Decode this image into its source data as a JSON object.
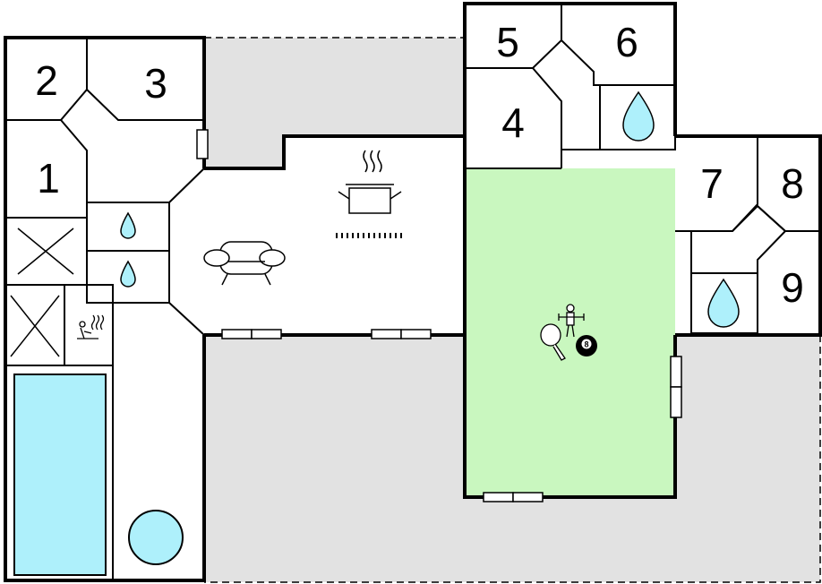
{
  "floor_plan": {
    "colors": {
      "wall": "#000000",
      "outdoor_terrace": "#e2e2e2",
      "game_room": "#c9f7bf",
      "water": "#aef0fb",
      "floor": "#ffffff"
    },
    "rooms": [
      {
        "id": "room-1",
        "number": "1",
        "type": "bedroom"
      },
      {
        "id": "room-2",
        "number": "2",
        "type": "bedroom"
      },
      {
        "id": "room-3",
        "number": "3",
        "type": "bedroom"
      },
      {
        "id": "room-4",
        "number": "4",
        "type": "bedroom"
      },
      {
        "id": "room-5",
        "number": "5",
        "type": "bedroom"
      },
      {
        "id": "room-6",
        "number": "6",
        "type": "bedroom"
      },
      {
        "id": "room-7",
        "number": "7",
        "type": "bedroom"
      },
      {
        "id": "room-8",
        "number": "8",
        "type": "bedroom"
      },
      {
        "id": "room-9",
        "number": "9",
        "type": "bedroom"
      }
    ],
    "amenities": {
      "game_room": "table-tennis, table-football and billiard",
      "billiard_ball_number": "8",
      "pool": "indoor-pool",
      "whirlpool": "round-hot-tub",
      "sauna": "sauna",
      "kitchen": "stove-with-pot",
      "living": "sofa"
    },
    "icons": [
      "bathroom-drop-icon",
      "sofa-icon",
      "cooking-pot-icon",
      "sauna-icon",
      "table-tennis-icon",
      "table-football-icon",
      "billiard-ball-icon"
    ]
  }
}
